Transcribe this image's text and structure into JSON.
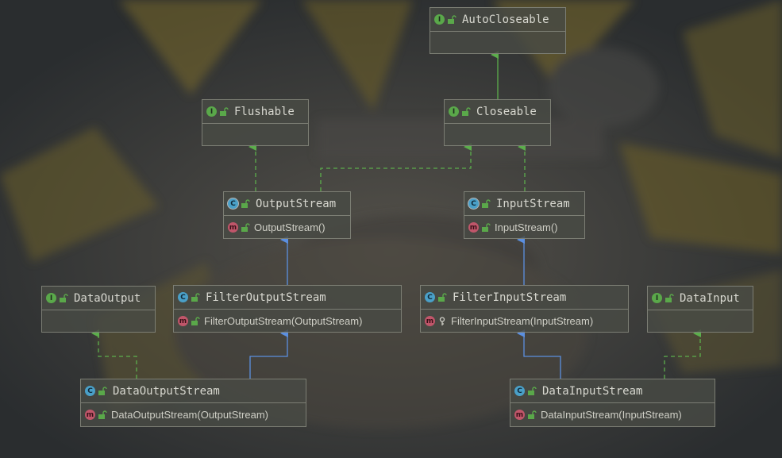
{
  "colors": {
    "interface_badge": "#5aa84a",
    "class_badge": "#4aa0c8",
    "method_badge": "#c0566a",
    "implements_edge": "#5cae4c",
    "extends_edge": "#5b8fe0"
  },
  "nodes": {
    "autocloseable": {
      "kind": "interface",
      "badge": "I",
      "name": "AutoCloseable"
    },
    "flushable": {
      "kind": "interface",
      "badge": "I",
      "name": "Flushable"
    },
    "closeable": {
      "kind": "interface",
      "badge": "I",
      "name": "Closeable"
    },
    "outputstream": {
      "kind": "abstract-class",
      "badge": "C",
      "name": "OutputStream",
      "member_badge": "m",
      "member": "OutputStream()"
    },
    "inputstream": {
      "kind": "abstract-class",
      "badge": "C",
      "name": "InputStream",
      "member_badge": "m",
      "member": "InputStream()"
    },
    "dataoutput": {
      "kind": "interface",
      "badge": "I",
      "name": "DataOutput"
    },
    "filteroutputstream": {
      "kind": "class",
      "badge": "C",
      "name": "FilterOutputStream",
      "member_badge": "m",
      "member": "FilterOutputStream(OutputStream)"
    },
    "filterinputstream": {
      "kind": "class",
      "badge": "C",
      "name": "FilterInputStream",
      "member_badge": "m",
      "member": "FilterInputStream(InputStream)"
    },
    "datainput": {
      "kind": "interface",
      "badge": "I",
      "name": "DataInput"
    },
    "dataoutputstream": {
      "kind": "class",
      "badge": "C",
      "name": "DataOutputStream",
      "member_badge": "m",
      "member": "DataOutputStream(OutputStream)"
    },
    "datainputstream": {
      "kind": "class",
      "badge": "C",
      "name": "DataInputStream",
      "member_badge": "m",
      "member": "DataInputStream(InputStream)"
    }
  },
  "edges": [
    {
      "from": "Closeable",
      "to": "AutoCloseable",
      "type": "implements"
    },
    {
      "from": "OutputStream",
      "to": "Flushable",
      "type": "implements"
    },
    {
      "from": "OutputStream",
      "to": "Closeable",
      "type": "implements"
    },
    {
      "from": "InputStream",
      "to": "Closeable",
      "type": "implements"
    },
    {
      "from": "FilterOutputStream",
      "to": "OutputStream",
      "type": "extends"
    },
    {
      "from": "FilterInputStream",
      "to": "InputStream",
      "type": "extends"
    },
    {
      "from": "DataOutputStream",
      "to": "DataOutput",
      "type": "implements"
    },
    {
      "from": "DataOutputStream",
      "to": "FilterOutputStream",
      "type": "extends"
    },
    {
      "from": "DataInputStream",
      "to": "FilterInputStream",
      "type": "extends"
    },
    {
      "from": "DataInputStream",
      "to": "DataInput",
      "type": "implements"
    }
  ]
}
